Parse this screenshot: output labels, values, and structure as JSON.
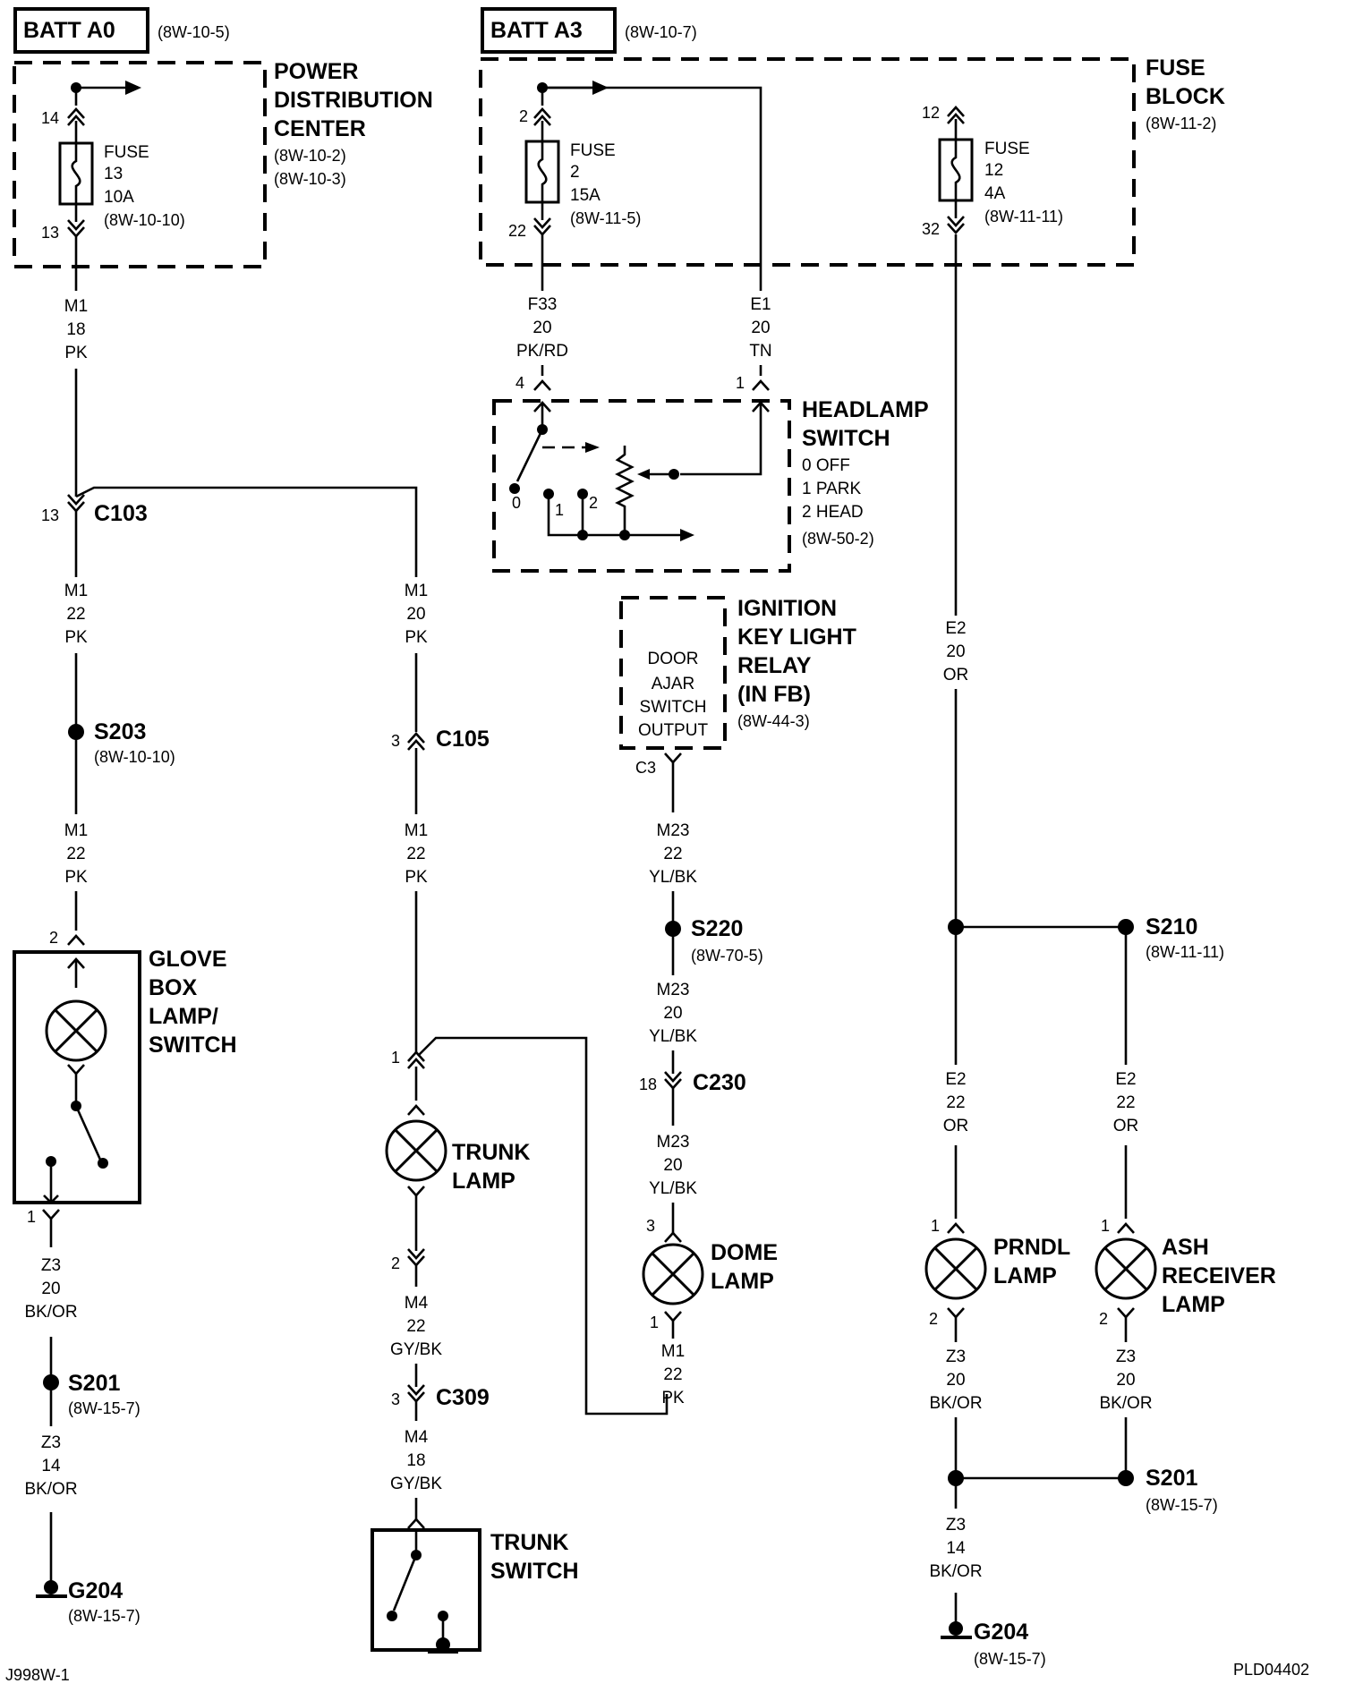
{
  "header": {
    "batt_a0": "BATT A0",
    "batt_a0_ref": "(8W-10-5)",
    "batt_a3": "BATT A3",
    "batt_a3_ref": "(8W-10-7)"
  },
  "pdc": {
    "title_line1": "POWER",
    "title_line2": "DISTRIBUTION",
    "title_line3": "CENTER",
    "ref1": "(8W-10-2)",
    "ref2": "(8W-10-3)",
    "pin_in": "14",
    "pin_out": "13",
    "fuse_line1": "FUSE",
    "fuse_line2": "13",
    "fuse_line3": "10A",
    "fuse_ref": "(8W-10-10)"
  },
  "fuse_block": {
    "title_line1": "FUSE",
    "title_line2": "BLOCK",
    "ref": "(8W-11-2)",
    "fuse2_pin_in": "2",
    "fuse2_pin_out": "22",
    "fuse2_line1": "FUSE",
    "fuse2_line2": "2",
    "fuse2_line3": "15A",
    "fuse2_ref": "(8W-11-5)",
    "fuse12_pin_in": "12",
    "fuse12_pin_out": "32",
    "fuse12_line1": "FUSE",
    "fuse12_line2": "12",
    "fuse12_line3": "4A",
    "fuse12_ref": "(8W-11-11)"
  },
  "wires": {
    "m1_18_pk": [
      "M1",
      "18",
      "PK"
    ],
    "m1_22_pk_a": [
      "M1",
      "22",
      "PK"
    ],
    "m1_22_pk_b": [
      "M1",
      "22",
      "PK"
    ],
    "m1_20_pk": [
      "M1",
      "20",
      "PK"
    ],
    "m1_22_pk_c": [
      "M1",
      "22",
      "PK"
    ],
    "f33": [
      "F33",
      "20",
      "PK/RD"
    ],
    "e1": [
      "E1",
      "20",
      "TN"
    ],
    "e2_20_or": [
      "E2",
      "20",
      "OR"
    ],
    "m23_22": [
      "M23",
      "22",
      "YL/BK"
    ],
    "m23_20_a": [
      "M23",
      "20",
      "YL/BK"
    ],
    "m23_20_b": [
      "M23",
      "20",
      "YL/BK"
    ],
    "m1_22_pk_d": [
      "M1",
      "22",
      "PK"
    ],
    "z3_20_a": [
      "Z3",
      "20",
      "BK/OR"
    ],
    "z3_14_a": [
      "Z3",
      "14",
      "BK/OR"
    ],
    "m4_22": [
      "M4",
      "22",
      "GY/BK"
    ],
    "m4_18": [
      "M4",
      "18",
      "GY/BK"
    ],
    "e2_22_a": [
      "E2",
      "22",
      "OR"
    ],
    "e2_22_b": [
      "E2",
      "22",
      "OR"
    ],
    "z3_20_b": [
      "Z3",
      "20",
      "BK/OR"
    ],
    "z3_20_c": [
      "Z3",
      "20",
      "BK/OR"
    ],
    "z3_14_b": [
      "Z3",
      "14",
      "BK/OR"
    ]
  },
  "headlamp_switch": {
    "title_line1": "HEADLAMP",
    "title_line2": "SWITCH",
    "pos0": "0 OFF",
    "pos1": "1 PARK",
    "pos2": "2 HEAD",
    "ref": "(8W-50-2)",
    "pin4": "4",
    "pin1": "1",
    "tap0": "0",
    "tap1": "1",
    "tap2": "2"
  },
  "ignition_relay": {
    "title_line1": "IGNITION",
    "title_line2": "KEY LIGHT",
    "title_line3": "RELAY",
    "title_line4": "(IN FB)",
    "ref": "(8W-44-3)",
    "inner_line1": "DOOR",
    "inner_line2": "AJAR",
    "inner_line3": "SWITCH",
    "inner_line4": "OUTPUT",
    "pin": "C3"
  },
  "connectors": {
    "c103": "C103",
    "c103_pin": "13",
    "c105": "C105",
    "c105_pin": "3",
    "c230": "C230",
    "c230_pin": "18",
    "c309": "C309",
    "c309_pin": "3"
  },
  "splices": {
    "s203": "S203",
    "s203_ref": "(8W-10-10)",
    "s220": "S220",
    "s220_ref": "(8W-70-5)",
    "s210": "S210",
    "s210_ref": "(8W-11-11)",
    "s201_left": "S201",
    "s201_left_ref": "(8W-15-7)",
    "s201_right": "S201",
    "s201_right_ref": "(8W-15-7)"
  },
  "grounds": {
    "g204_left": "G204",
    "g204_left_ref": "(8W-15-7)",
    "g204_right": "G204",
    "g204_right_ref": "(8W-15-7)"
  },
  "glove_box": {
    "title_line1": "GLOVE",
    "title_line2": "BOX",
    "title_line3": "LAMP/",
    "title_line4": "SWITCH",
    "pin_top": "2",
    "pin_bottom": "1"
  },
  "trunk_lamp": {
    "title_line1": "TRUNK",
    "title_line2": "LAMP",
    "pin_top": "1",
    "pin_bottom": "2"
  },
  "trunk_switch": {
    "title_line1": "TRUNK",
    "title_line2": "SWITCH"
  },
  "dome_lamp": {
    "title_line1": "DOME",
    "title_line2": "LAMP",
    "pin_top": "3",
    "pin_bottom": "1"
  },
  "prndl_lamp": {
    "title_line1": "PRNDL",
    "title_line2": "LAMP",
    "pin_top": "1",
    "pin_bottom": "2"
  },
  "ash_lamp": {
    "title_line1": "ASH",
    "title_line2": "RECEIVER",
    "title_line3": "LAMP",
    "pin_top": "1",
    "pin_bottom": "2"
  },
  "footer": {
    "left_code": "J998W-1",
    "right_code": "PLD04402"
  }
}
